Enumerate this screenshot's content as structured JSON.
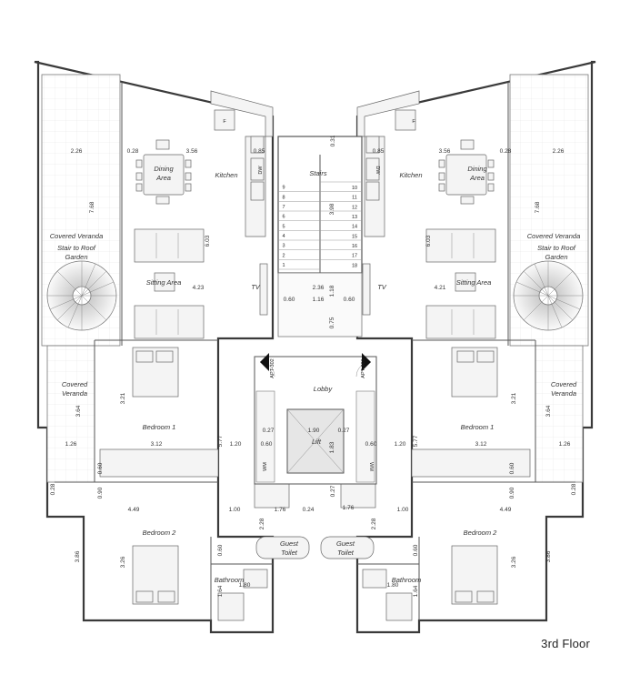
{
  "floor_label": "3rd Floor",
  "rooms": {
    "dining": "Dining\nArea",
    "kitchen": "Kitchen",
    "stairs": "Stairs",
    "covered_veranda": "Covered Veranda",
    "stair_to_roof": "Stair to Roof\nGarden",
    "sitting_area": "Sitting Area",
    "tv": "TV",
    "lobby": "Lobby",
    "lift": "Lift",
    "covered_veranda_lower": "Covered\nVeranda",
    "bedroom1": "Bedroom 1",
    "bedroom2": "Bedroom 2",
    "guest_toilet": "Guest\nToilet",
    "bathroom": "Bathroom",
    "apt_left": "APT-302",
    "apt_right": "APT-301",
    "fridge": "F",
    "dw": "DW",
    "wm": "WM"
  },
  "dims": {
    "d226": "2.26",
    "d028": "0.28",
    "d356": "3.56",
    "d085": "0.85",
    "d031": "0.31",
    "d768": "7.68",
    "d603": "6.03",
    "d398": "3.98",
    "d423": "4.23",
    "d421": "4.21",
    "d236": "2.36",
    "d118": "1.18",
    "d060": "0.60",
    "d116": "1.16",
    "d075": "0.75",
    "d321": "3.21",
    "d364": "3.64",
    "d027": "0.27",
    "d190": "1.90",
    "d126": "1.26",
    "d312": "3.12",
    "d577": "5.77",
    "d120": "1.20",
    "d183": "1.83",
    "d449": "4.49",
    "d100": "1.00",
    "d176": "1.76",
    "d024": "0.24",
    "d228": "2.28",
    "d386": "3.86",
    "d326": "3.26",
    "d164": "1.64",
    "d180": "1.80",
    "d090": "0.90"
  },
  "stair_numbers": [
    "1",
    "2",
    "3",
    "4",
    "5",
    "6",
    "7",
    "8",
    "9",
    "10",
    "11",
    "12",
    "13",
    "14",
    "15",
    "16",
    "17",
    "18"
  ]
}
